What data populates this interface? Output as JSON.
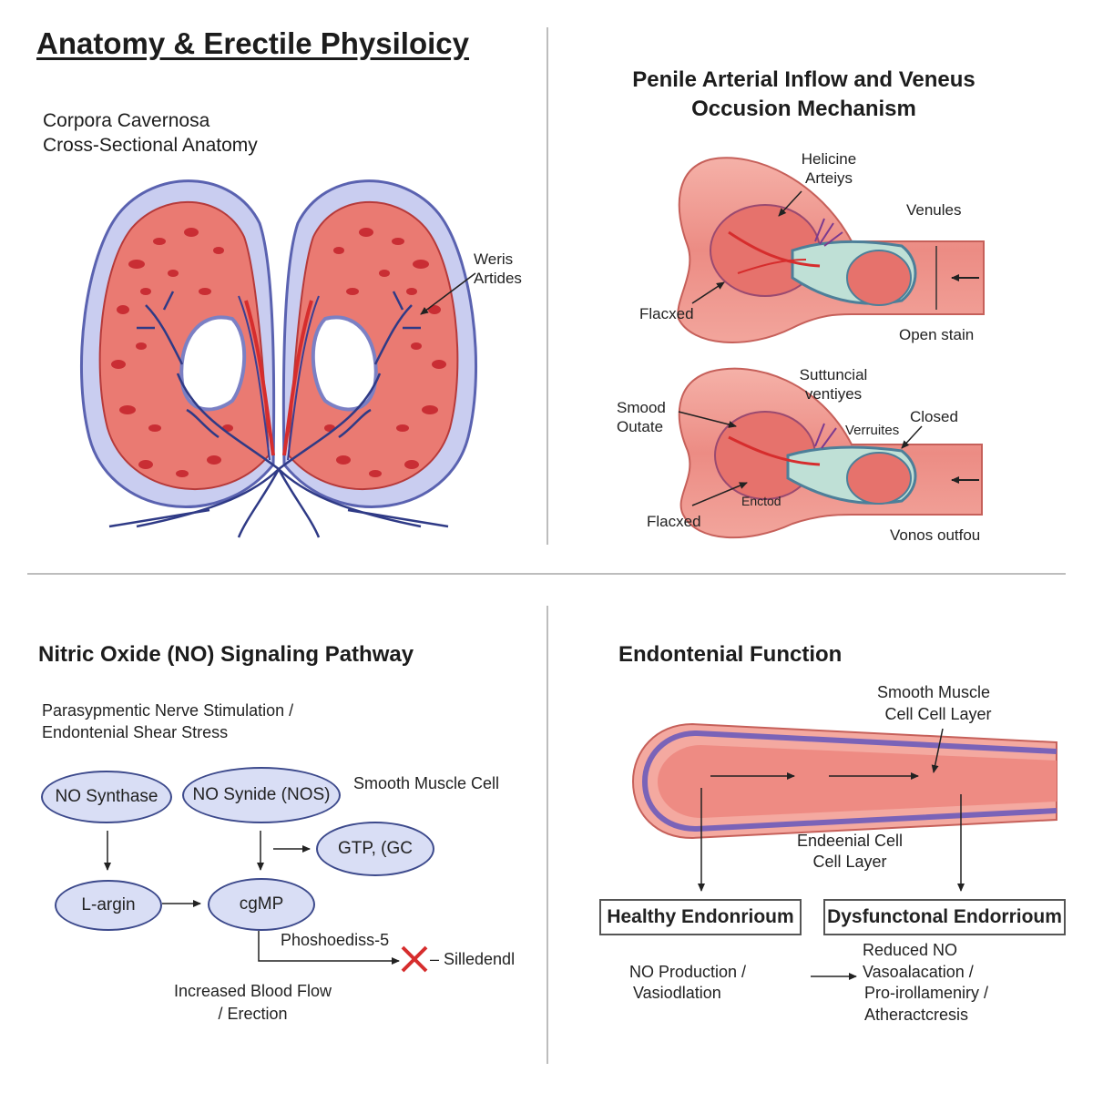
{
  "title": "Anatomy & Erectile Physiloicy",
  "q1": {
    "heading_line1": "Corpora Cavernosa",
    "heading_line2": "Cross-Sectional Anatomy",
    "label_line1": "Weris",
    "label_line2": "Artides"
  },
  "q2": {
    "heading_line1": "Penile Arterial Inflow and Veneus",
    "heading_line2": "Occusion Mechanism",
    "top": {
      "helicine_line1": "Helicine",
      "helicine_line2": "Arteiys",
      "venules": "Venules",
      "flaccid": "Flacxed",
      "open_state": "Open stain"
    },
    "bottom": {
      "subtunical_line1": "Suttuncial",
      "subtunical_line2": "ventiyes",
      "smooth_line1": "Smood",
      "smooth_line2": "Outate",
      "venules": "Verruites",
      "closed": "Closed",
      "erected": "Enctod",
      "flaccid": "Flacxed",
      "venous_outflow": "Vonos outfou"
    }
  },
  "q3": {
    "heading": "Nitric Oxide (NO) Signaling Pathway",
    "stim_line1": "Parasypmentic Nerve Stimulation /",
    "stim_line2": "Endontenial Shear Stress",
    "node_synthase": "NO Synthase",
    "node_synide": "NO Synide (NOS)",
    "smooth_muscle": "Smooth Muscle Cell",
    "node_gtp": "GTP, (GC",
    "node_larg": "L-argin",
    "node_cgmp": "cgMP",
    "pde": "Phoshoediss-5",
    "sildenafil": "– Silledendl",
    "result_line1": "Increased Blood Flow",
    "result_line2": "/ Erection"
  },
  "q4": {
    "heading": "Endontenial Function",
    "smc_line1": "Smooth Muscle",
    "smc_line2": "Cell Cell Layer",
    "endo_line1": "Endeenial Cell",
    "endo_line2": "Cell Layer",
    "healthy": "Healthy Endonrioum",
    "dysfunctional": "Dysfunctonal Endorrioum",
    "healthy_line1": "NO Production /",
    "healthy_line2": "Vasiodlation",
    "dys_line1": "Reduced NO",
    "dys_line2": "Vasoalacation /",
    "dys_line3": "Pro-irollameniry /",
    "dys_line4": "Atheractcresis"
  },
  "colors": {
    "tissue_red": "#e3544f",
    "tissue_pink": "#f2a39a",
    "sheath_blue": "#c9cdf0",
    "vessel_blue": "#2f3a86",
    "node_fill": "#d9def5",
    "node_border": "#3d4a8c",
    "arrow_red": "#d62d2d"
  }
}
